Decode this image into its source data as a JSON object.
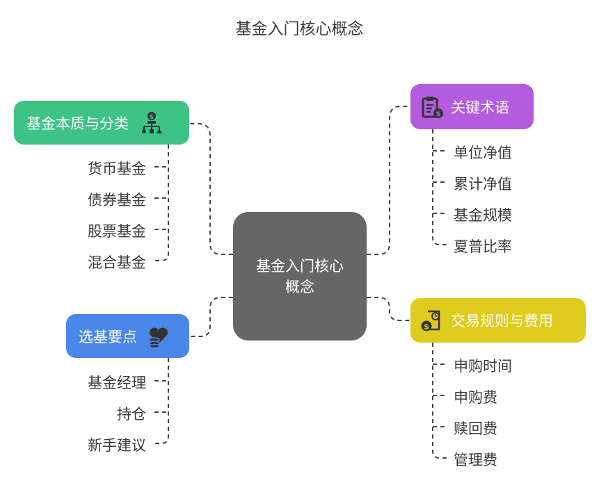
{
  "title": "基金入门核心概念",
  "center": "基金入门核心概念",
  "branches": [
    {
      "label": "基金本质与分类",
      "color": "#3EC386",
      "icon": "money-hierarchy-icon",
      "items": [
        "货币基金",
        "债券基金",
        "股票基金",
        "混合基金"
      ]
    },
    {
      "label": "选基要点",
      "color": "#4B87E8",
      "icon": "heart-coins-icon",
      "items": [
        "基金经理",
        "持仓",
        "新手建议"
      ]
    },
    {
      "label": "关键术语",
      "color": "#B55BDD",
      "icon": "clipboard-dollar-icon",
      "items": [
        "单位净值",
        "累计净值",
        "基金规模",
        "夏普比率"
      ]
    },
    {
      "label": "交易规则与费用",
      "color": "#DFCB1E",
      "icon": "document-clock-dollar-icon",
      "items": [
        "申购时间",
        "申购费",
        "赎回费",
        "管理费"
      ]
    }
  ]
}
